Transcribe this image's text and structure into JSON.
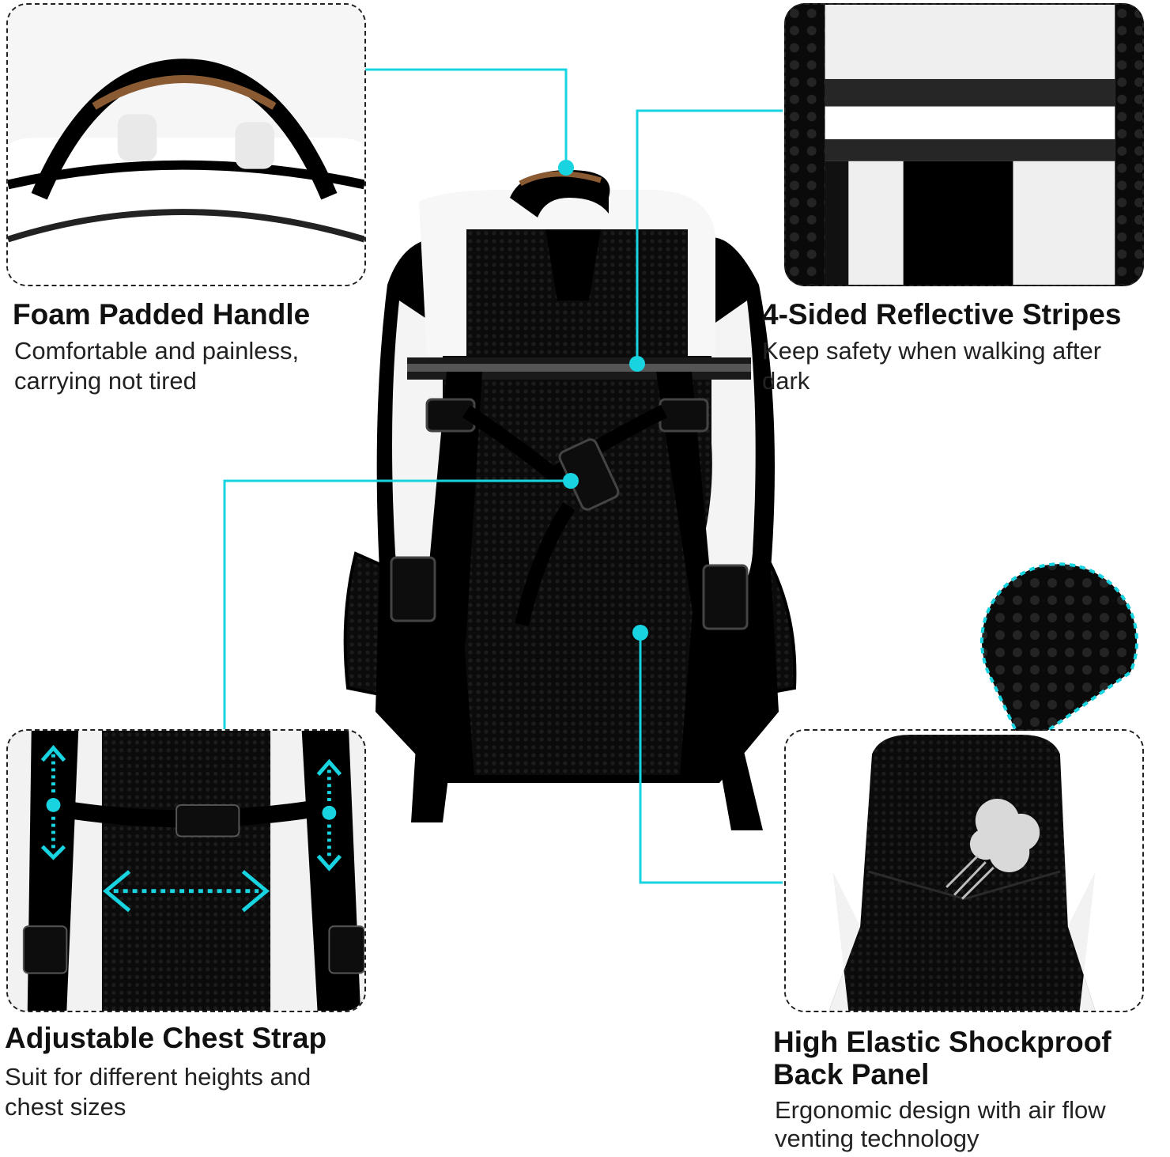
{
  "accent_color": "#18d3e0",
  "features": {
    "handle": {
      "title": "Foam Padded Handle",
      "desc_line1": "Comfortable and painless,",
      "desc_line2": "carrying not tired"
    },
    "reflective": {
      "title": "4-Sided Reflective Stripes",
      "desc_line1": "Keep safety when walking after",
      "desc_line2": "dark"
    },
    "chest_strap": {
      "title": "Adjustable Chest Strap",
      "desc_line1": "Suit for different heights and",
      "desc_line2": "chest sizes"
    },
    "back_panel": {
      "title_line1": "High Elastic Shockproof",
      "title_line2": "Back Panel",
      "desc_line1": "Ergonomic design with air flow",
      "desc_line2": "venting technology"
    }
  },
  "icons": [
    "backpack-image",
    "dashed-detail-frame",
    "mesh-zoom-bubble",
    "airflow-puff-icon",
    "double-arrow-icon"
  ]
}
